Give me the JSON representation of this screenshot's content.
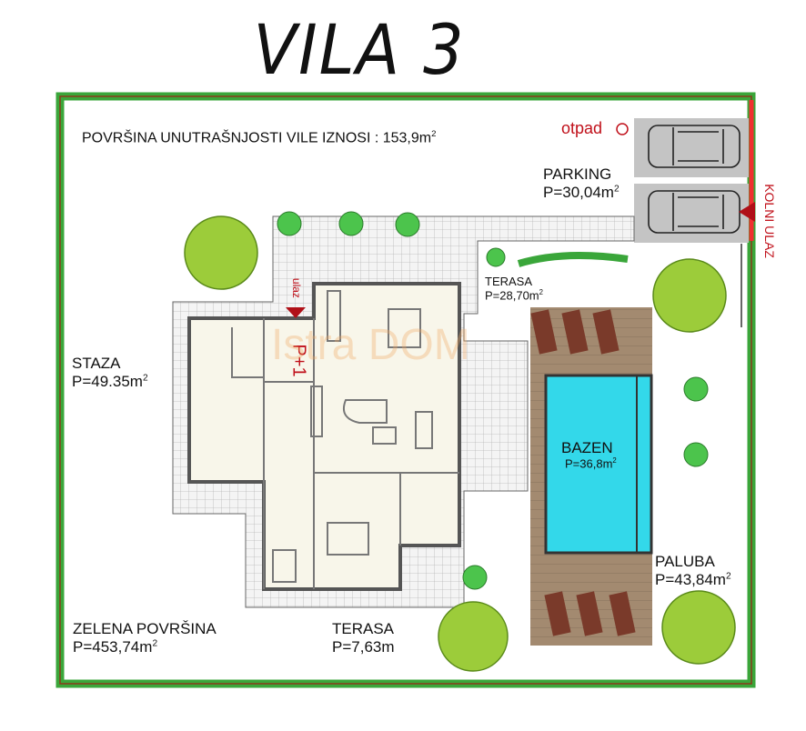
{
  "title": "VILA 3",
  "interior_area": {
    "text": "POVRŠINA UNUTRAŠNJOSTI  VILE IZNOSI : 153,9m",
    "sup": "2"
  },
  "waste": "otpad",
  "entrance_vehicle": "KOLNI ULAZ",
  "entrance_house": "ulaz",
  "floor_label": "P+1",
  "watermark": "Istra DOM",
  "zones": {
    "parking": {
      "name": "PARKING",
      "area": "P=30,04m",
      "sup": "2"
    },
    "terrace_top": {
      "name": "TERASA",
      "area": "P=28,70m",
      "sup": "2"
    },
    "path": {
      "name": "STAZA",
      "area": "P=49.35m",
      "sup": "2"
    },
    "pool": {
      "name": "BAZEN",
      "area": "P=36,8m",
      "sup": "2"
    },
    "deck": {
      "name": "PALUBA",
      "area": "P=43,84m",
      "sup": "2"
    },
    "green": {
      "name": "ZELENA POVRŠINA",
      "area": "P=453,74m",
      "sup": "2"
    },
    "terrace_bottom": {
      "name": "TERASA",
      "area": "P=7,63m"
    }
  },
  "colors": {
    "green_border": "#2e9e2e",
    "accent_red": "#c0101a",
    "pool": "#33d8ea",
    "deck": "#a38a70",
    "parking": "#c4c4c4"
  }
}
